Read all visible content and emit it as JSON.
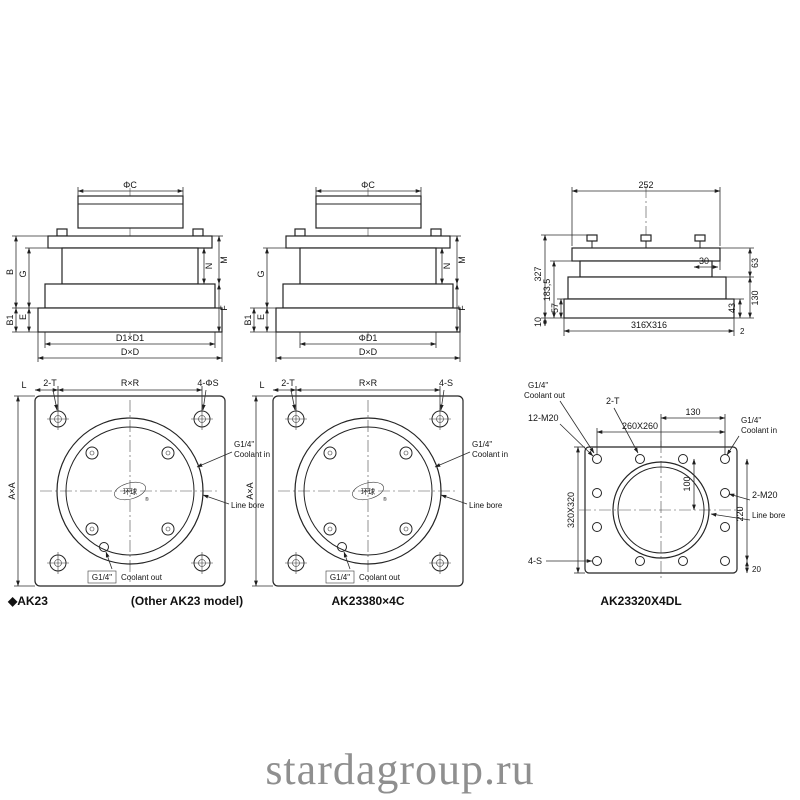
{
  "page": {
    "watermark": "stardagroup.ru"
  },
  "captions": {
    "left_model": "◆AK23",
    "left_note": "(Other AK23 model)",
    "middle_model": "AK23380×4C",
    "right_model": "AK23320X4DL"
  },
  "left": {
    "side": {
      "phi_c": "ΦC",
      "b": "B",
      "b1": "B1",
      "g": "G",
      "e": "E",
      "n": "N",
      "m": "M",
      "f": "F",
      "d1": "D1×D1",
      "d": "D×D"
    },
    "plan": {
      "l": "L",
      "two_t": "2-T",
      "rxr": "R×R",
      "four_s": "4-ΦS",
      "axa": "A×A",
      "g14_in": "G1/4\"",
      "coolant_in": "Coolant in",
      "line_bore": "Line bore",
      "g14_out": "G1/4\"",
      "coolant_out": "Coolant out",
      "logo": "环球",
      "reg": "®"
    }
  },
  "middle": {
    "side": {
      "phi_c": "ΦC",
      "b1": "B1",
      "g": "G",
      "e": "E",
      "n": "N",
      "m": "M",
      "f": "F",
      "d1": "ΦD1",
      "d": "D×D"
    },
    "plan": {
      "l": "L",
      "two_t": "2-T",
      "rxr": "R×R",
      "four_s": "4-S",
      "axa": "A×A",
      "g14_in": "G1/4\"",
      "coolant_in": "Coolant in",
      "line_bore": "Line bore",
      "g14_out": "G1/4\"",
      "coolant_out": "Coolant out",
      "logo": "环球",
      "reg": "®"
    }
  },
  "right": {
    "side": {
      "w252": "252",
      "h327": "327",
      "h1835": "183,5",
      "h57": "57",
      "h10": "10",
      "w30": "30",
      "h63": "63",
      "h43": "43",
      "h130": "130",
      "base": "316X316",
      "r2": "2"
    },
    "plan": {
      "g14_out": "G1/4\"",
      "coolant_out": "Coolant out",
      "two_t": "2-T",
      "m12": "12-M20",
      "d260": "260X260",
      "d130": "130",
      "g14_in": "G1/4\"",
      "coolant_in": "Coolant in",
      "d100": "100",
      "d320": "320X320",
      "d220": "220",
      "m2": "2-M20",
      "line_bore": "Line bore",
      "four_s": "4-S",
      "d20": "20"
    }
  }
}
